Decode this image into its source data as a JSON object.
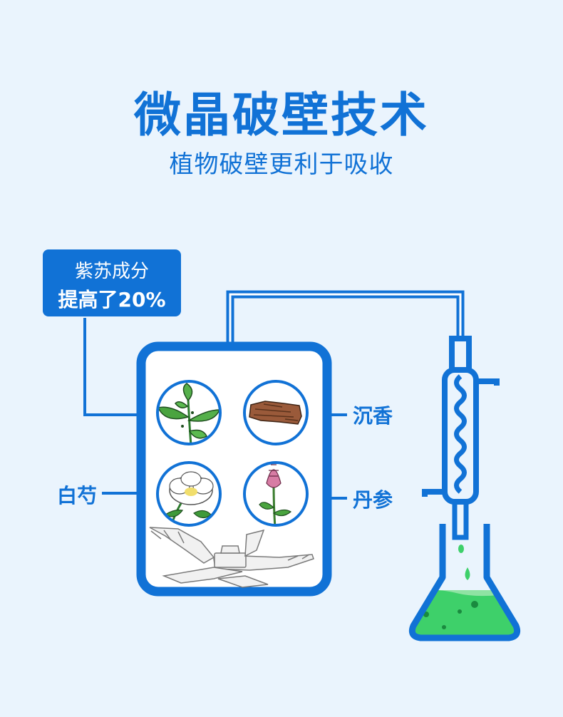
{
  "header": {
    "title": "微晶破壁技术",
    "subtitle": "植物破壁更利于吸收"
  },
  "callout": {
    "line1": "紫苏成分",
    "line2": "提高了20%"
  },
  "labels": {
    "agarwood": "沉香",
    "white_peony": "白芍",
    "salvia": "丹参"
  },
  "colors": {
    "accent_blue": "#1172d6",
    "background": "#eaf4fd",
    "liquid_green": "#3ed06a"
  }
}
